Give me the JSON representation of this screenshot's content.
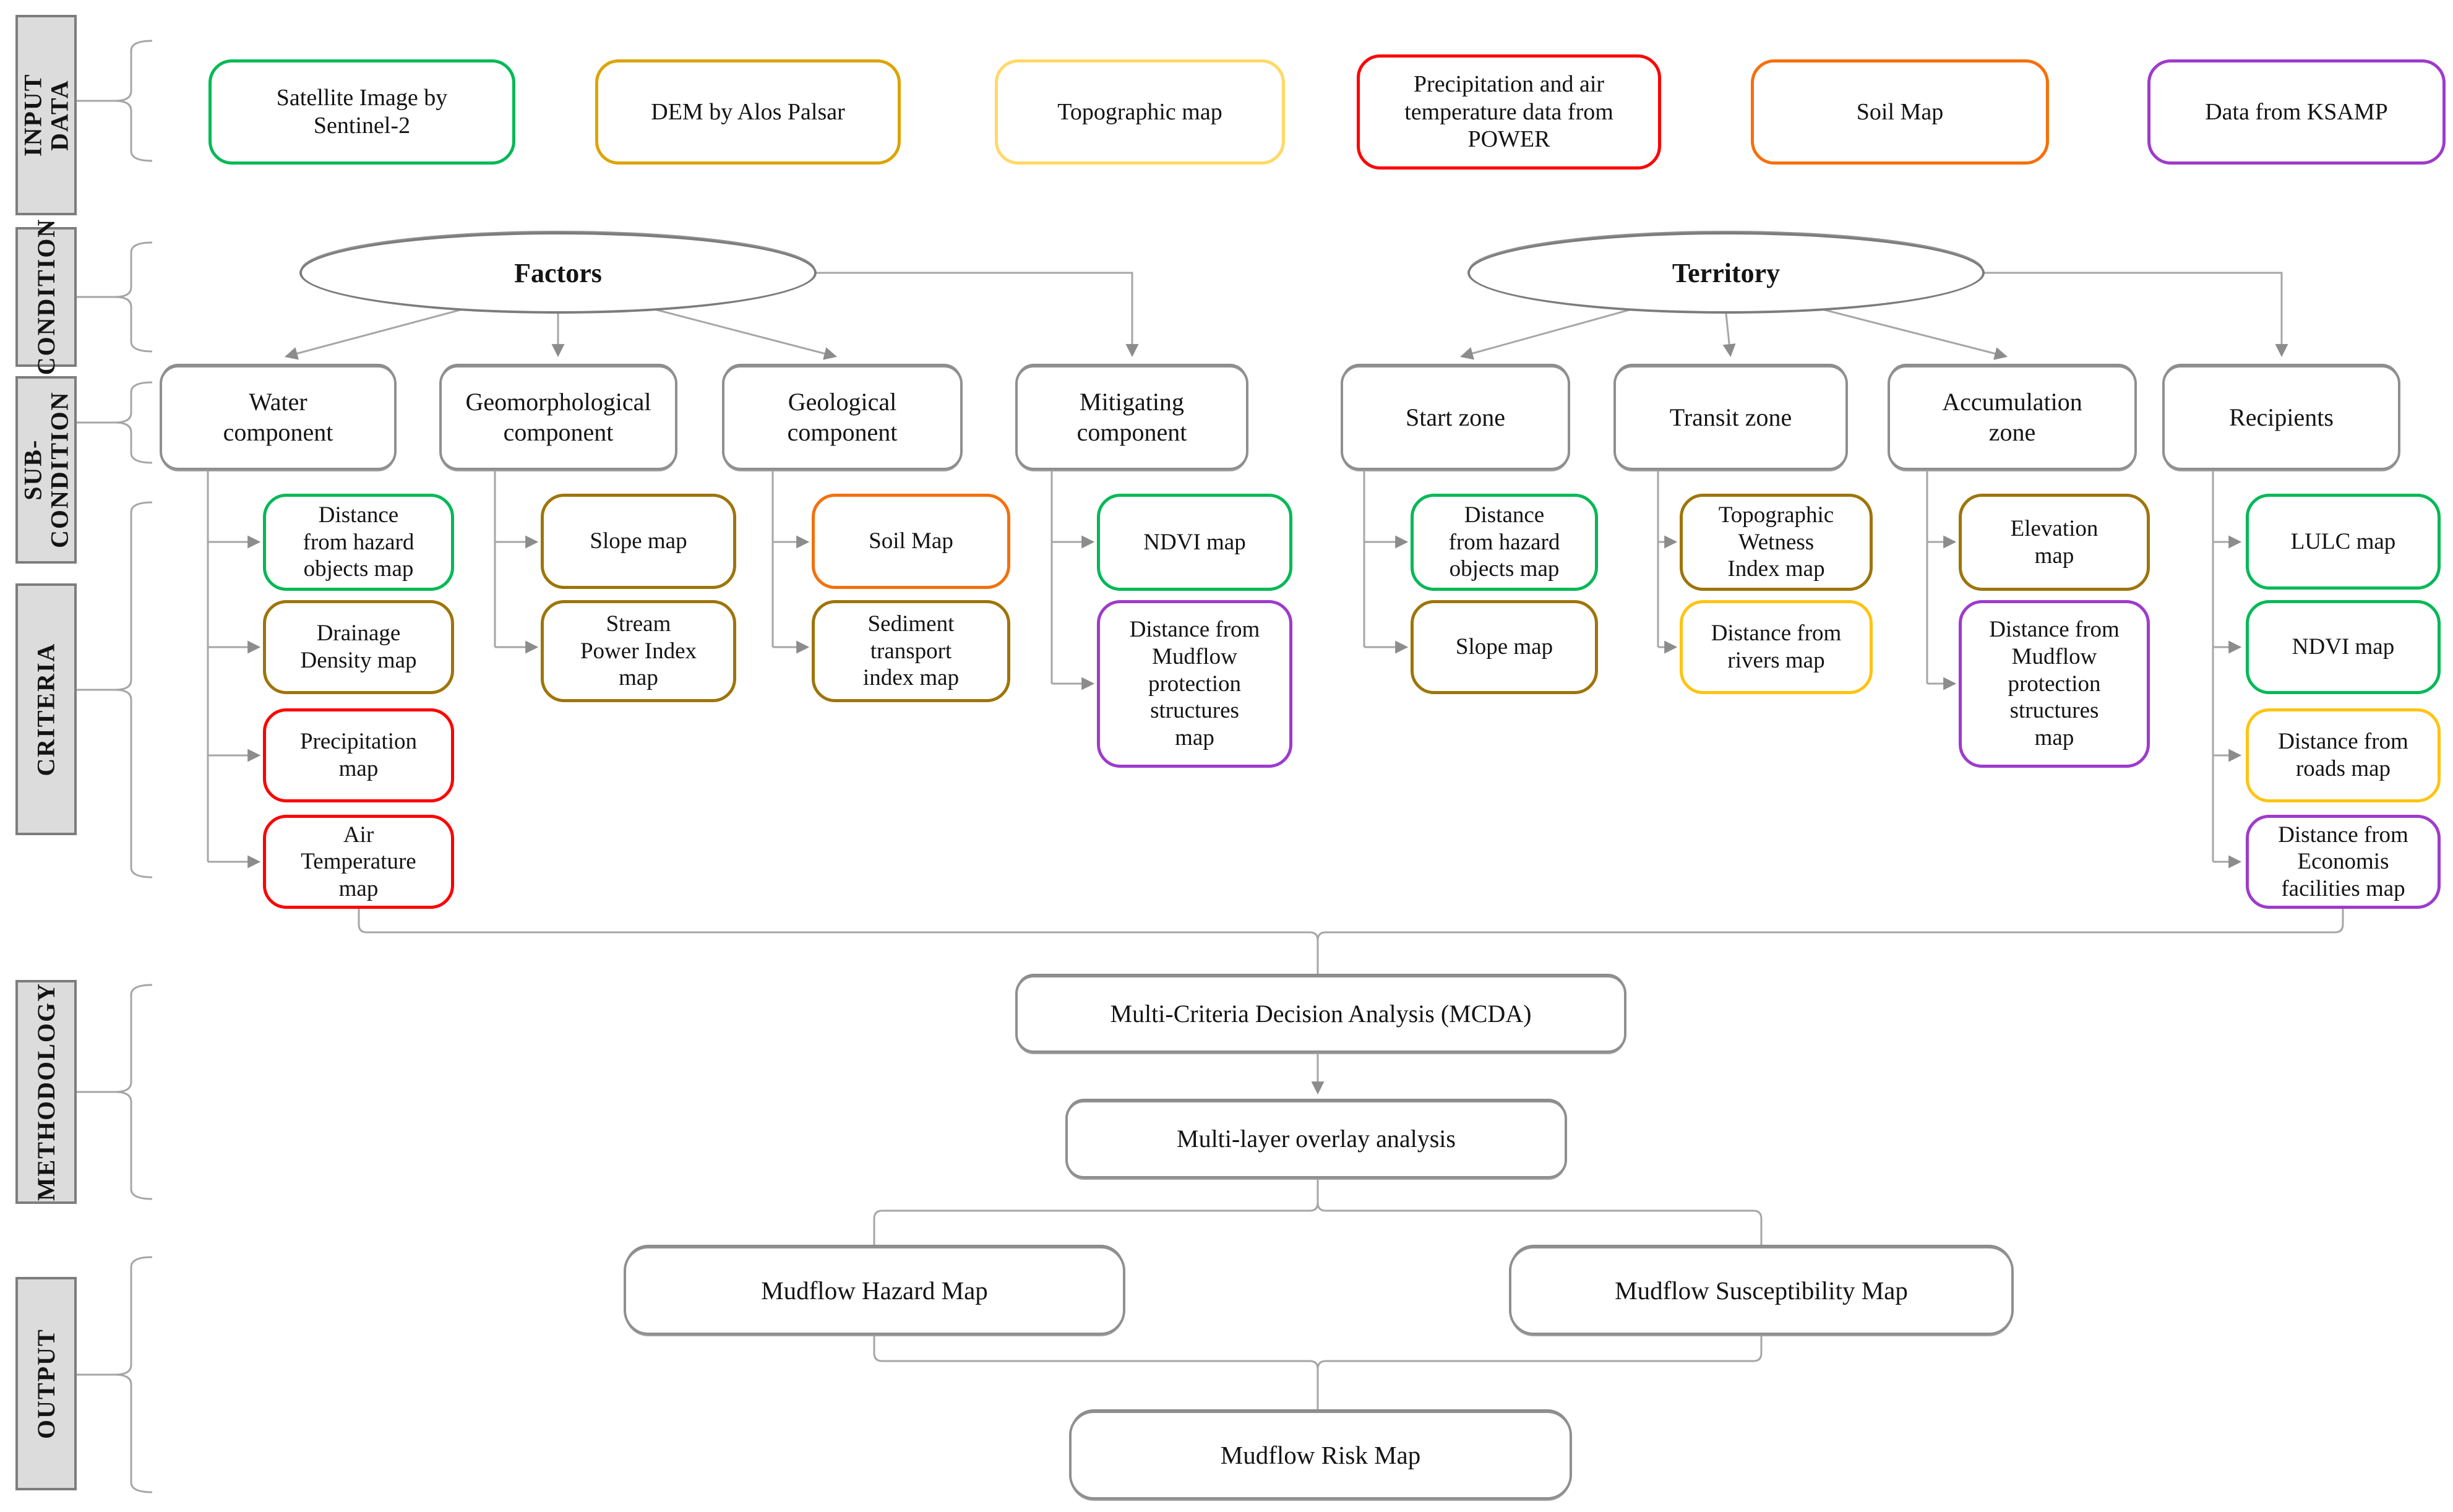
{
  "palette": {
    "green": "#00b956",
    "amber": "#dca400",
    "olive": "#9e750a",
    "yellow": "#ffc412",
    "light_yellow": "#ffd966",
    "red": "#fe0000",
    "orange": "#f4700c",
    "purple": "#9e3bcc",
    "gray_line": "#a6a6a6"
  },
  "section_labels": {
    "input_data": "INPUT DATA",
    "condition": "CONDITION",
    "sub_condition": "SUB-\nCONDITION",
    "criteria": "CRITERIA",
    "methodology": "METHODOLOGY",
    "output": "OUTPUT"
  },
  "input_data": {
    "satellite": {
      "label": "Satellite Image by\nSentinel-2",
      "color": "#00b956"
    },
    "dem": {
      "label": "DEM by Alos Palsar",
      "color": "#dca400"
    },
    "topographic": {
      "label": "Topographic map",
      "color": "#ffd966"
    },
    "power": {
      "label": "Precipitation and air\ntemperature data from\nPOWER",
      "color": "#fe0000"
    },
    "soil": {
      "label": "Soil Map",
      "color": "#f4700c"
    },
    "ksamp": {
      "label": "Data from KSAMP",
      "color": "#9e3bcc"
    }
  },
  "condition": {
    "factors": "Factors",
    "territory": "Territory"
  },
  "sub_condition": {
    "water": "Water\ncomponent",
    "geomorphological": "Geomorphological\ncomponent",
    "geological": "Geological\ncomponent",
    "mitigating": "Mitigating\ncomponent",
    "start": "Start zone",
    "transit": "Transit zone",
    "accumulation": "Accumulation\nzone",
    "recipients": "Recipients"
  },
  "criteria": {
    "water": [
      {
        "label": "Distance\nfrom hazard\nobjects map",
        "color": "#00b956"
      },
      {
        "label": "Drainage\nDensity map",
        "color": "#9e750a"
      },
      {
        "label": "Precipitation\nmap",
        "color": "#fe0000"
      },
      {
        "label": "Air\nTemperature\nmap",
        "color": "#fe0000"
      }
    ],
    "geomorphological": [
      {
        "label": "Slope map",
        "color": "#9e750a"
      },
      {
        "label": "Stream\nPower Index\nmap",
        "color": "#9e750a"
      }
    ],
    "geological": [
      {
        "label": "Soil Map",
        "color": "#f4700c"
      },
      {
        "label": "Sediment\ntransport\nindex map",
        "color": "#9e750a"
      }
    ],
    "mitigating": [
      {
        "label": "NDVI map",
        "color": "#00b956"
      },
      {
        "label": "Distance from\nMudflow\nprotection\nstructures\nmap",
        "color": "#9e3bcc"
      }
    ],
    "start": [
      {
        "label": "Distance\nfrom hazard\nobjects map",
        "color": "#00b956"
      },
      {
        "label": "Slope map",
        "color": "#9e750a"
      }
    ],
    "transit": [
      {
        "label": "Topographic\nWetness\nIndex map",
        "color": "#9e750a"
      },
      {
        "label": "Distance from\nrivers map",
        "color": "#ffc412"
      }
    ],
    "accumulation": [
      {
        "label": "Elevation\nmap",
        "color": "#9e750a"
      },
      {
        "label": "Distance from\nMudflow\nprotection\nstructures\nmap",
        "color": "#9e3bcc"
      }
    ],
    "recipients": [
      {
        "label": "LULC map",
        "color": "#00b956"
      },
      {
        "label": "NDVI map",
        "color": "#00b956"
      },
      {
        "label": "Distance from\nroads map",
        "color": "#ffc412"
      },
      {
        "label": "Distance from\nEconomis\nfacilities map",
        "color": "#9e3bcc"
      }
    ]
  },
  "methodology": {
    "mcda": "Multi-Criteria Decision Analysis (MCDA)",
    "overlay": "Multi-layer overlay analysis"
  },
  "output": {
    "hazard": "Mudflow Hazard Map",
    "susceptibility": "Mudflow Susceptibility Map",
    "risk": "Mudflow Risk Map"
  }
}
